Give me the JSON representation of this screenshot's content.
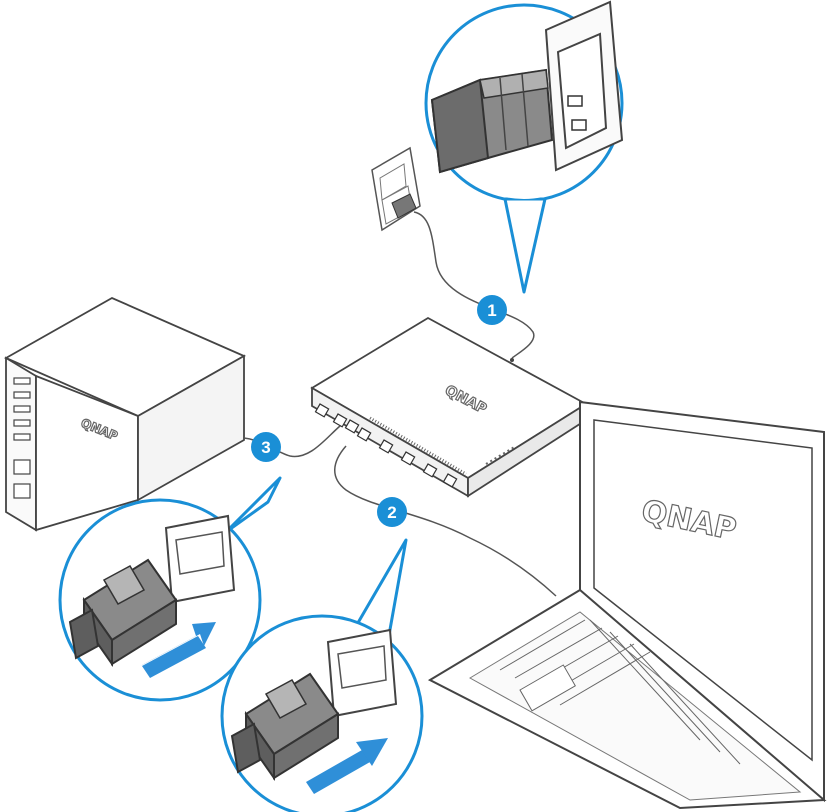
{
  "steps": [
    "1",
    "2",
    "3"
  ],
  "laptop_screen_brand": "QNAP",
  "colors": {
    "accent": "#1a8fd6",
    "line": "#555555",
    "plug": "#8a8a8a",
    "plug_dark": "#5e5e5e",
    "arrow": "#2f8fd8"
  },
  "icons": [
    "power-outlet-icon",
    "power-plug-icon",
    "ethernet-port-icon",
    "rj45-plug-icon",
    "insert-arrow-icon"
  ]
}
